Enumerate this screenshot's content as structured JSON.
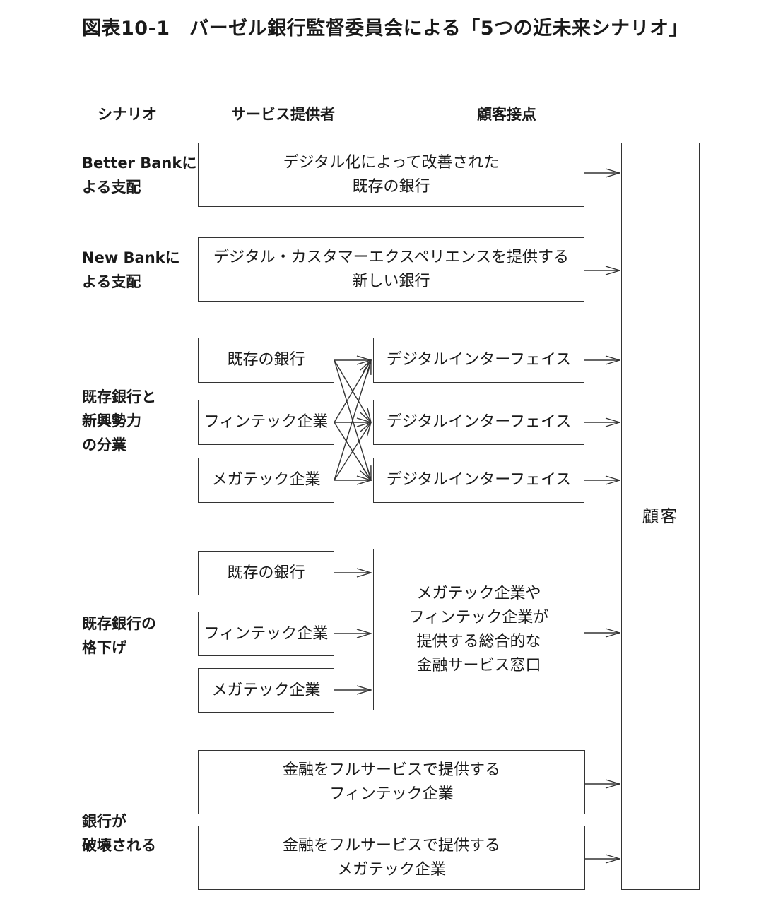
{
  "title": "図表10-1　バーゼル銀行監督委員会による「5つの近未来シナリオ」",
  "headers": {
    "scenario": "シナリオ",
    "provider": "サービス提供者",
    "touchpoint": "顧客接点"
  },
  "customer": "顧客",
  "scenarios": [
    {
      "label": [
        "Better Bankに",
        "よる支配"
      ],
      "box": [
        "デジタル化によって改善された",
        "既存の銀行"
      ]
    },
    {
      "label": [
        "New Bankに",
        "よる支配"
      ],
      "box": [
        "デジタル・カスタマーエクスペリエンスを提供する",
        "新しい銀行"
      ]
    },
    {
      "label": [
        "既存銀行と",
        "新興勢力",
        "の分業"
      ],
      "providers": [
        "既存の銀行",
        "フィンテック企業",
        "メガテック企業"
      ],
      "interfaces": [
        "デジタルインターフェイス",
        "デジタルインターフェイス",
        "デジタルインターフェイス"
      ]
    },
    {
      "label": [
        "既存銀行の",
        "格下げ"
      ],
      "providers": [
        "既存の銀行",
        "フィンテック企業",
        "メガテック企業"
      ],
      "hub": [
        "メガテック企業や",
        "フィンテック企業が",
        "提供する総合的な",
        "金融サービス窓口"
      ]
    },
    {
      "label": [
        "銀行が",
        "破壊される"
      ],
      "boxes": [
        [
          "金融をフルサービスで提供する",
          "フィンテック企業"
        ],
        [
          "金融をフルサービスで提供する",
          "メガテック企業"
        ]
      ]
    }
  ]
}
